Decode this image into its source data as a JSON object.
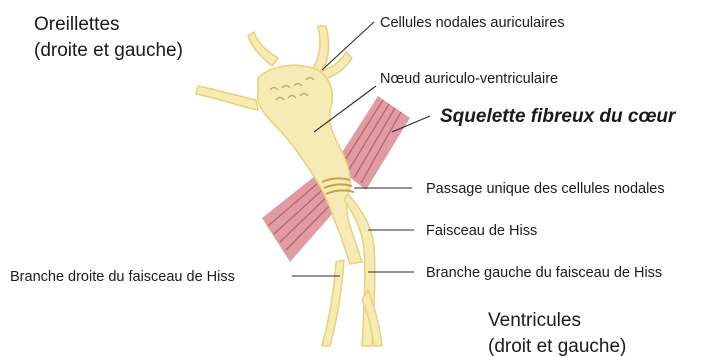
{
  "labels": {
    "atria_line1": "Oreillettes",
    "atria_line2": "(droite et gauche)",
    "atrial_nodal_cells": "Cellules nodales auriculaires",
    "av_node": "Nœud auriculo-ventriculaire",
    "fibrous_skeleton": "Squelette fibreux du cœur",
    "single_passage": "Passage unique des cellules nodales",
    "bundle_of_his": "Faisceau de Hiss",
    "right_bundle_branch": "Branche droite du faisceau de Hiss",
    "left_bundle_branch": "Branche gauche du faisceau de Hiss",
    "ventricles_line1": "Ventricules",
    "ventricles_line2": "(droit et gauche)"
  },
  "colors": {
    "conduction_tissue": "#f6eab5",
    "conduction_outline": "#e6d27a",
    "fibrous_skeleton": "#d98c93",
    "fibrous_stripes": "#b8525c"
  }
}
